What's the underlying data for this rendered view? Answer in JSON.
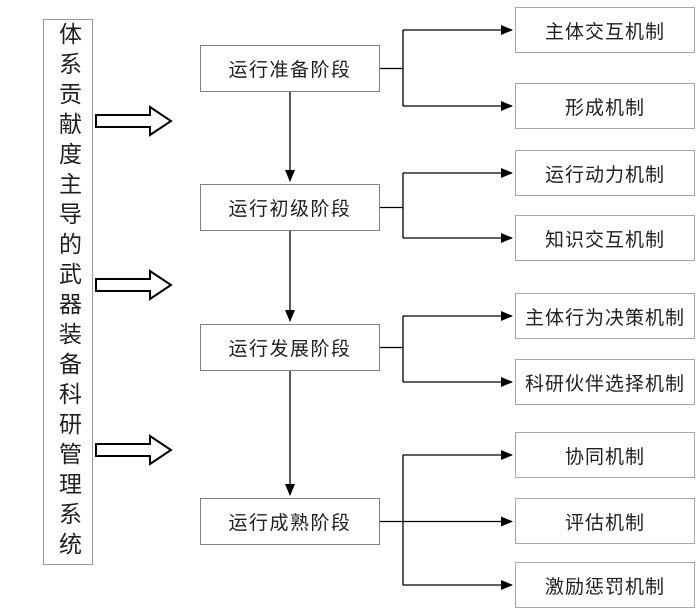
{
  "figure": {
    "root_label": "体系贡献度主导的武器装备科研管理系统",
    "stages": [
      {
        "label": "运行准备阶段",
        "mechanisms": [
          "主体交互机制",
          "形成机制"
        ]
      },
      {
        "label": "运行初级阶段",
        "mechanisms": [
          "运行动力机制",
          "知识交互机制"
        ]
      },
      {
        "label": "运行发展阶段",
        "mechanisms": [
          "主体行为决策机制",
          "科研伙伴选择机制"
        ]
      },
      {
        "label": "运行成熟阶段",
        "mechanisms": [
          "协同机制",
          "评估机制",
          "激励惩罚机制"
        ]
      }
    ],
    "colors": {
      "background": "#ffffff",
      "stage_box_border": "#808080",
      "mechanism_box_border": "#a6a6a6",
      "root_box_border": "#999999",
      "connector_line": "#000000",
      "text": "#1f1f1f"
    }
  }
}
